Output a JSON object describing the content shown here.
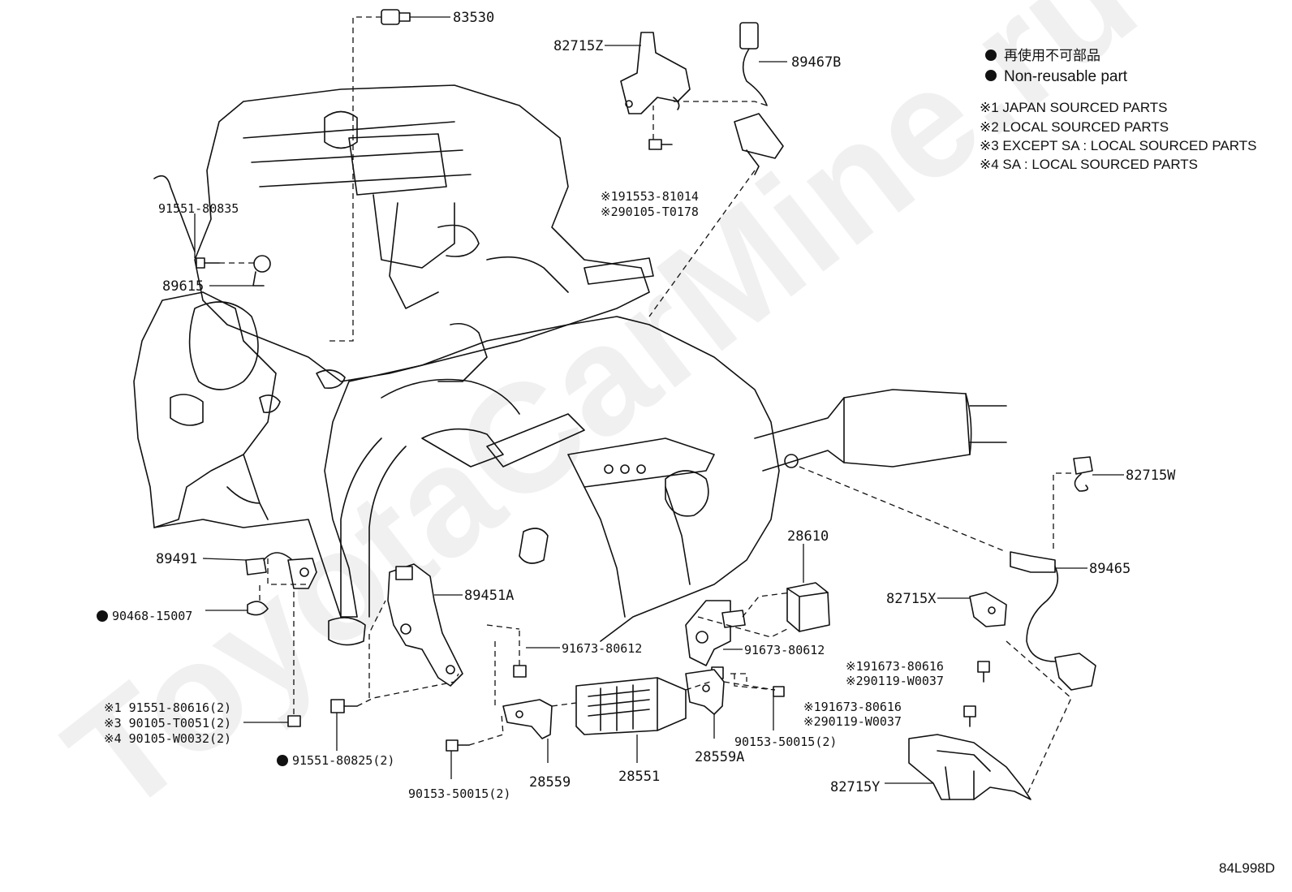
{
  "legend": {
    "bullet_label_jp": "再使用不可部品",
    "bullet_label_en": "Non-reusable part",
    "notes": [
      "※1 JAPAN SOURCED PARTS",
      "※2 LOCAL SOURCED PARTS",
      "※3 EXCEPT SA : LOCAL SOURCED PARTS",
      "※4 SA : LOCAL SOURCED PARTS"
    ]
  },
  "watermark": "ToyotaCarMine.ru",
  "diagram_code": "84L998D",
  "parts": {
    "p83530": "83530",
    "p82715Z": "82715Z",
    "p89467B": "89467B",
    "p91553_1": "※191553-81014",
    "p90105_2": "※290105-T0178",
    "p91551_80835": "91551-80835",
    "p89615": "89615",
    "p82715W": "82715W",
    "p28610": "28610",
    "p89465": "89465",
    "p89491": "89491",
    "p89451A": "89451A",
    "p82715X": "82715X",
    "p90468": "90468-15007",
    "p91673_a": "91673-80612",
    "p91673_b": "91673-80612",
    "p91673_1": "※191673-80616",
    "p90119_2": "※290119-W0037",
    "p91673_1b": "※191673-80616",
    "p90119_2b": "※290119-W0037",
    "p91551_1": "※1 91551-80616(2)",
    "p90105_3": "※3 90105-T0051(2)",
    "p90105_4": "※4 90105-W0032(2)",
    "p91551_80825": "91551-80825(2)",
    "p90153_a": "90153-50015(2)",
    "p90153_b": "90153-50015(2)",
    "p28559": "28559",
    "p28551": "28551",
    "p28559A": "28559A",
    "p82715Y": "82715Y"
  }
}
